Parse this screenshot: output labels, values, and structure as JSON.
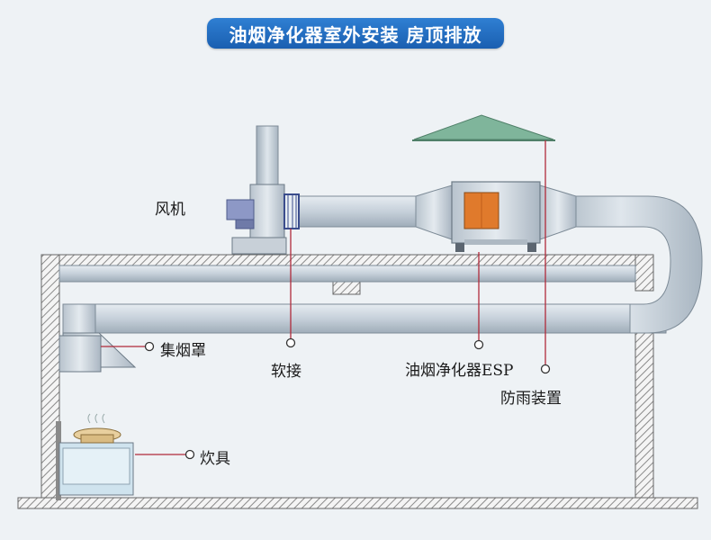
{
  "title": {
    "main": "油烟净化器室外安装",
    "sub": "房顶排放"
  },
  "labels": {
    "fan": "风机",
    "hood": "集烟罩",
    "soft_joint": "软接",
    "purifier": "油烟净化器ESP",
    "rain_cover": "防雨装置",
    "stove": "炊具"
  },
  "colors": {
    "wall_hatch": "#8a8a8a",
    "duct": "#c9d3dc",
    "duct_dark": "#9aa8b4",
    "rain_cover": "#7fb59b",
    "leader_line": "#b02a3a",
    "esp_panel": "#e07a2c",
    "title_bg": "#1f6cc0"
  }
}
